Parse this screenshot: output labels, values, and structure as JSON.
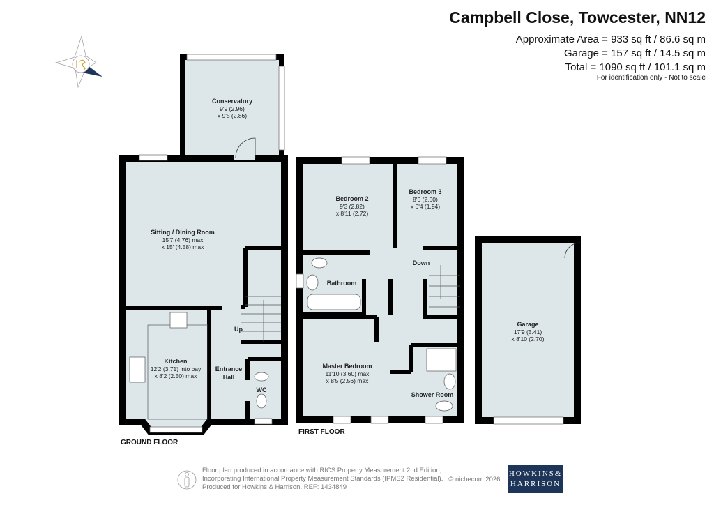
{
  "header": {
    "title": "Campbell Close, Towcester, NN12",
    "approximate_area": "Approximate Area = 933 sq ft / 86.6 sq m",
    "garage_area": "Garage = 157 sq ft / 14.5 sq m",
    "total_area": "Total = 1090 sq ft / 101.1 sq m",
    "note": "For identification only - Not to scale"
  },
  "colors": {
    "floor": "#dde7ea",
    "wall": "#000000",
    "brand": "#1c3558",
    "brand_accent": "#c9a24a"
  },
  "ground_floor": {
    "label": "GROUND FLOOR",
    "rooms": [
      {
        "name": "Conservatory",
        "dim1": "9'9 (2.96)",
        "dim2": "x 9'5 (2.86)"
      },
      {
        "name": "Sitting / Dining Room",
        "dim1": "15'7 (4.76) max",
        "dim2": "x 15' (4.58) max"
      },
      {
        "name": "Kitchen",
        "dim1": "12'2 (3.71) into bay",
        "dim2": "x 8'2 (2.50) max"
      },
      {
        "name": "Entrance",
        "dim1": "Hall"
      },
      {
        "name": "WC"
      }
    ],
    "stairs": "Up"
  },
  "first_floor": {
    "label": "FIRST FLOOR",
    "rooms": [
      {
        "name": "Bedroom 2",
        "dim1": "9'3 (2.82)",
        "dim2": "x 8'11 (2.72)"
      },
      {
        "name": "Bedroom 3",
        "dim1": "8'6 (2.60)",
        "dim2": "x 6'4 (1.94)"
      },
      {
        "name": "Bathroom"
      },
      {
        "name": "Master Bedroom",
        "dim1": "11'10 (3.60) max",
        "dim2": "x 8'5 (2.56) max"
      },
      {
        "name": "Shower Room"
      }
    ],
    "stairs": "Down"
  },
  "garage": {
    "name": "Garage",
    "dim1": "17'9 (5.41)",
    "dim2": "x 8'10 (2.70)"
  },
  "footer": {
    "line1": "Floor plan produced in accordance with RICS Property Measurement 2nd Edition,",
    "line2": "Incorporating International Property Measurement Standards (IPMS2 Residential).",
    "line3": "Produced for Howkins & Harrison.   REF:  1434849",
    "copyright": "© nichecom 2026.",
    "logo_line1": "HOWKINS&",
    "logo_line2": "HARRISON"
  }
}
